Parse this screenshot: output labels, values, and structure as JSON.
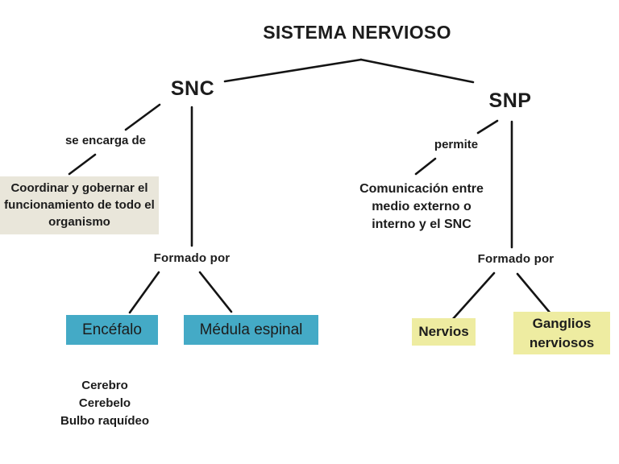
{
  "diagram": {
    "title": "SISTEMA NERVIOSO",
    "nodes": {
      "snc": "SNC",
      "snp": "SNP",
      "snc_connector": "se encarga de",
      "snc_function": "Coordinar y gobernar el funcionamiento de todo el organismo",
      "snc_formado": "Formado por",
      "encefalo": "Encéfalo",
      "medula_espinal": "Médula espinal",
      "encefalo_parts": [
        "Cerebro",
        "Cerebelo",
        "Bulbo raquídeo"
      ],
      "snp_connector": "permite",
      "snp_function": "Comunicación entre medio externo o interno y el SNC",
      "snp_formado": "Formado por",
      "nervios": "Nervios",
      "ganglios_nerviosos": "Ganglios nerviosos"
    },
    "colors": {
      "box_teal": "#44aac6",
      "box_yellow": "#eeeca1",
      "box_beige": "#e9e6da",
      "line": "#141414",
      "background": "#ffffff",
      "text": "#1c1c1c"
    }
  }
}
